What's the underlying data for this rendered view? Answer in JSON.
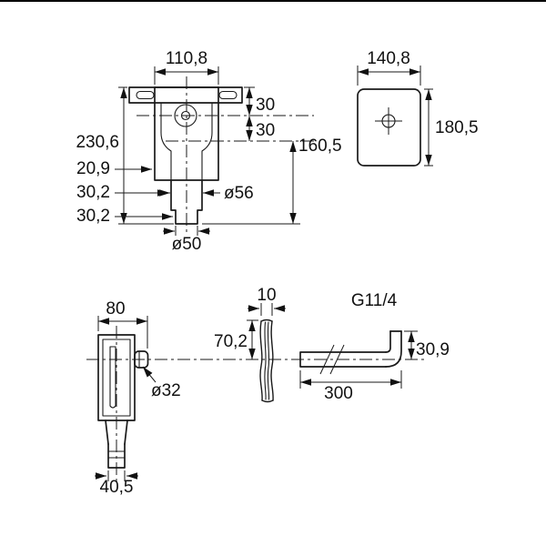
{
  "meta": {
    "background": "#ffffff",
    "line_color": "#1a1a1a",
    "description": "Technical dimension drawing of a concealed siphon / trap unit with mounting bracket, shown in three views"
  },
  "front_view": {
    "width_top": "110,8",
    "hole_offset_upper": "30",
    "hole_offset_lower": "30",
    "height_total": "230,6",
    "height_to_outlet": "160,5",
    "step_top": "20,9",
    "step_middle": "30,2",
    "step_bottom": "30,2",
    "neck_diameter": "ø56",
    "outlet_diameter": "ø50"
  },
  "side_view": {
    "width": "140,8",
    "height": "180,5"
  },
  "bottom_view": {
    "depth": "80",
    "rosette_thickness": "10",
    "inlet_height_above_axis": "70,2",
    "connection_thread": "G11/4",
    "outlet_axis_offset": "30,9",
    "pipe_diameter": "ø32",
    "pipe_length": "300",
    "outlet_width": "40,5"
  }
}
